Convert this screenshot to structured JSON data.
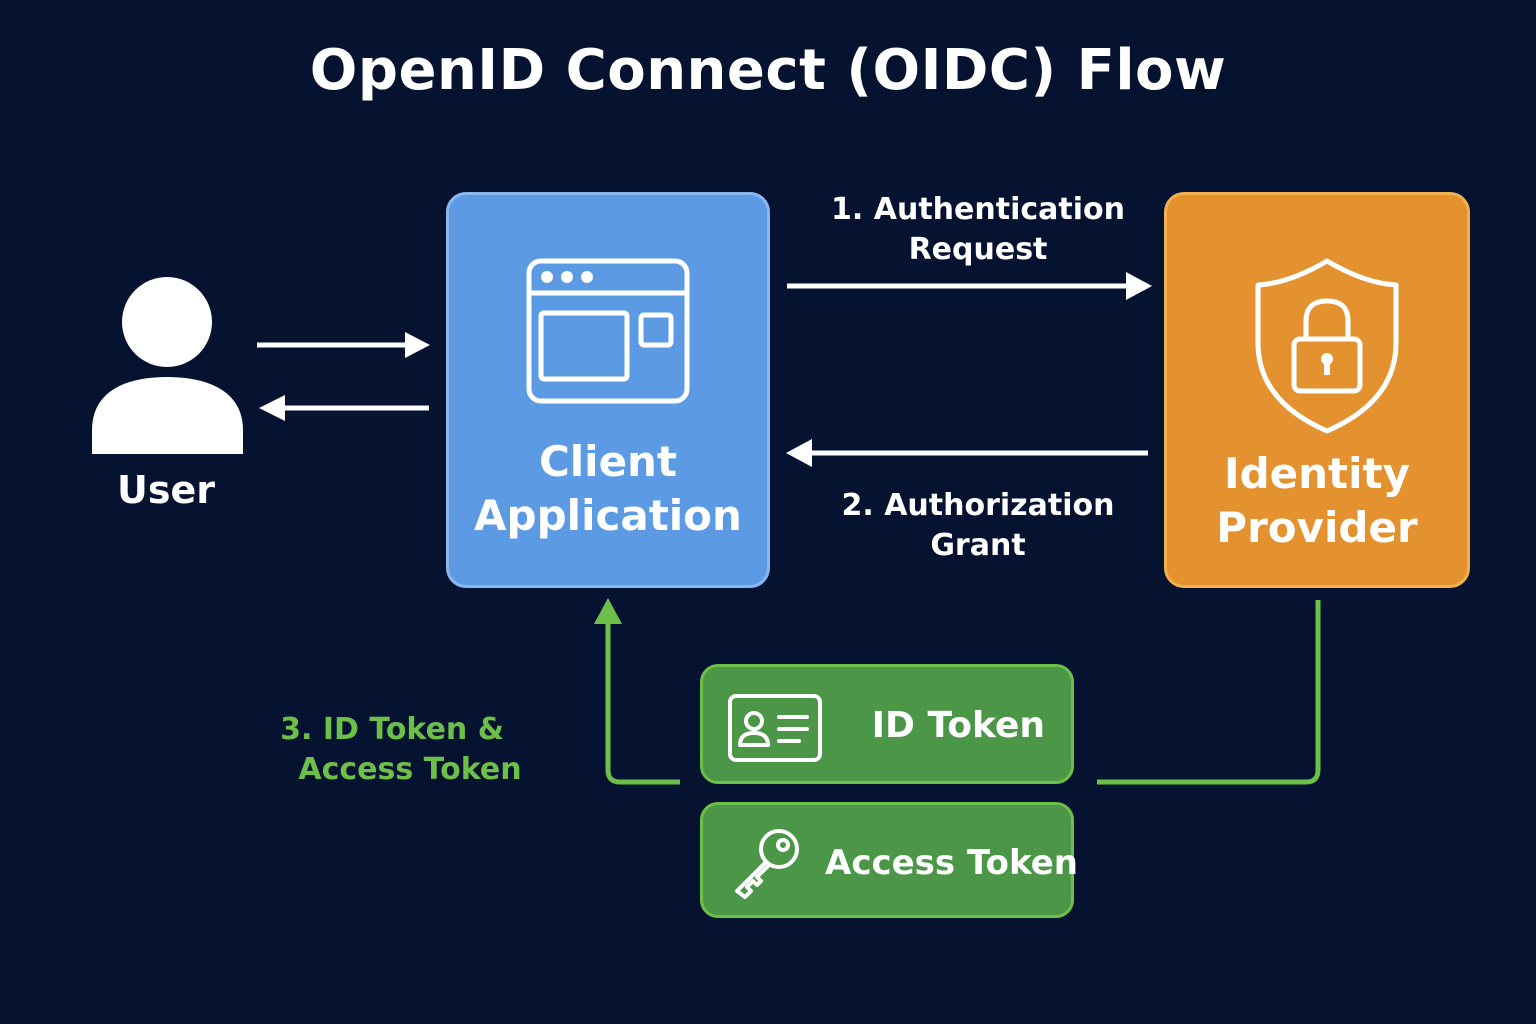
{
  "title": "OpenID Connect (OIDC) Flow",
  "nodes": {
    "user": {
      "label": "User",
      "icon": "user-icon"
    },
    "client": {
      "label_line1": "Client",
      "label_line2": "Application",
      "icon": "browser-window-icon"
    },
    "idp": {
      "label_line1": "Identity",
      "label_line2": "Provider",
      "icon": "shield-lock-icon"
    }
  },
  "steps": {
    "step1": {
      "line1": "1. Authentication",
      "line2": "Request"
    },
    "step2": {
      "line1": "2. Authorization",
      "line2": "Grant"
    },
    "step3": {
      "line1": "3. ID Token &",
      "line2": "Access Token"
    }
  },
  "tokens": {
    "id_token": {
      "label": "ID Token",
      "icon": "id-card-icon"
    },
    "access_token": {
      "label": "Access Token",
      "icon": "key-icon"
    }
  },
  "colors": {
    "background": "#061330",
    "client": "#5c9be4",
    "idp": "#e3922f",
    "token": "#4c9647",
    "token_accent": "#6cc04a"
  }
}
